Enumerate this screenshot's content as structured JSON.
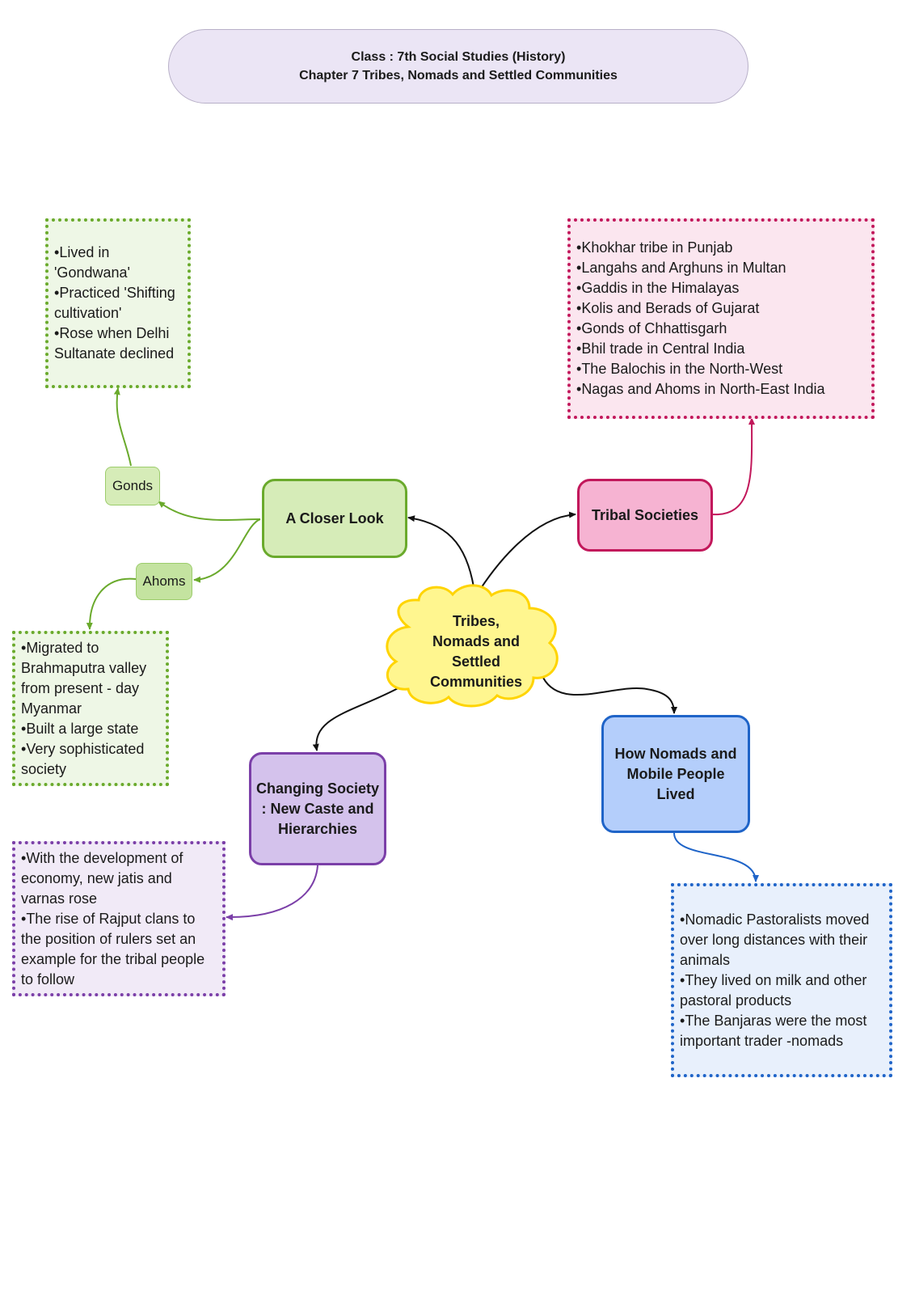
{
  "header": {
    "line1": "Class : 7th Social Studies (History)",
    "line2": "Chapter 7 Tribes, Nomads and Settled Communities"
  },
  "center": {
    "lines": [
      "Tribes,",
      "Nomads and",
      "Settled",
      "Communities"
    ]
  },
  "closer_look": {
    "label": "A Closer Look",
    "gonds": {
      "label": "Gonds",
      "notes": [
        "Lived in 'Gondwana'",
        "Practiced 'Shifting cultivation'",
        "Rose when Delhi Sultanate declined"
      ]
    },
    "ahoms": {
      "label": "Ahoms",
      "notes": [
        "Migrated to Brahmaputra valley from present - day Myanmar",
        "Built a large state",
        "Very sophisticated society"
      ]
    }
  },
  "tribal_societies": {
    "label": "Tribal Societies",
    "notes": [
      "Khokhar tribe in Punjab",
      "Langahs and Arghuns in Multan",
      "Gaddis in the Himalayas",
      "Kolis and Berads of Gujarat",
      "Gonds of Chhattisgarh",
      "Bhil trade in Central India",
      "The Balochis in the North-West",
      "Nagas and Ahoms in North-East India"
    ]
  },
  "changing_society": {
    "label": "Changing Society : New Caste and Hierarchies",
    "notes": [
      "With the development of economy, new jatis and varnas rose",
      "The rise of Rajput clans to the position of rulers set an example for the tribal people to follow"
    ]
  },
  "nomads": {
    "label": "How Nomads and Mobile People Lived",
    "notes": [
      "Nomadic Pastoralists moved over long distances with their animals",
      "They lived on milk and other pastoral products",
      "The Banjaras were the most important trader -nomads"
    ]
  },
  "colors": {
    "green": "#6aaa2c",
    "pink": "#c2185b",
    "purple": "#7b3fa8",
    "blue": "#1f64c8",
    "yellow": "#ffd400"
  }
}
